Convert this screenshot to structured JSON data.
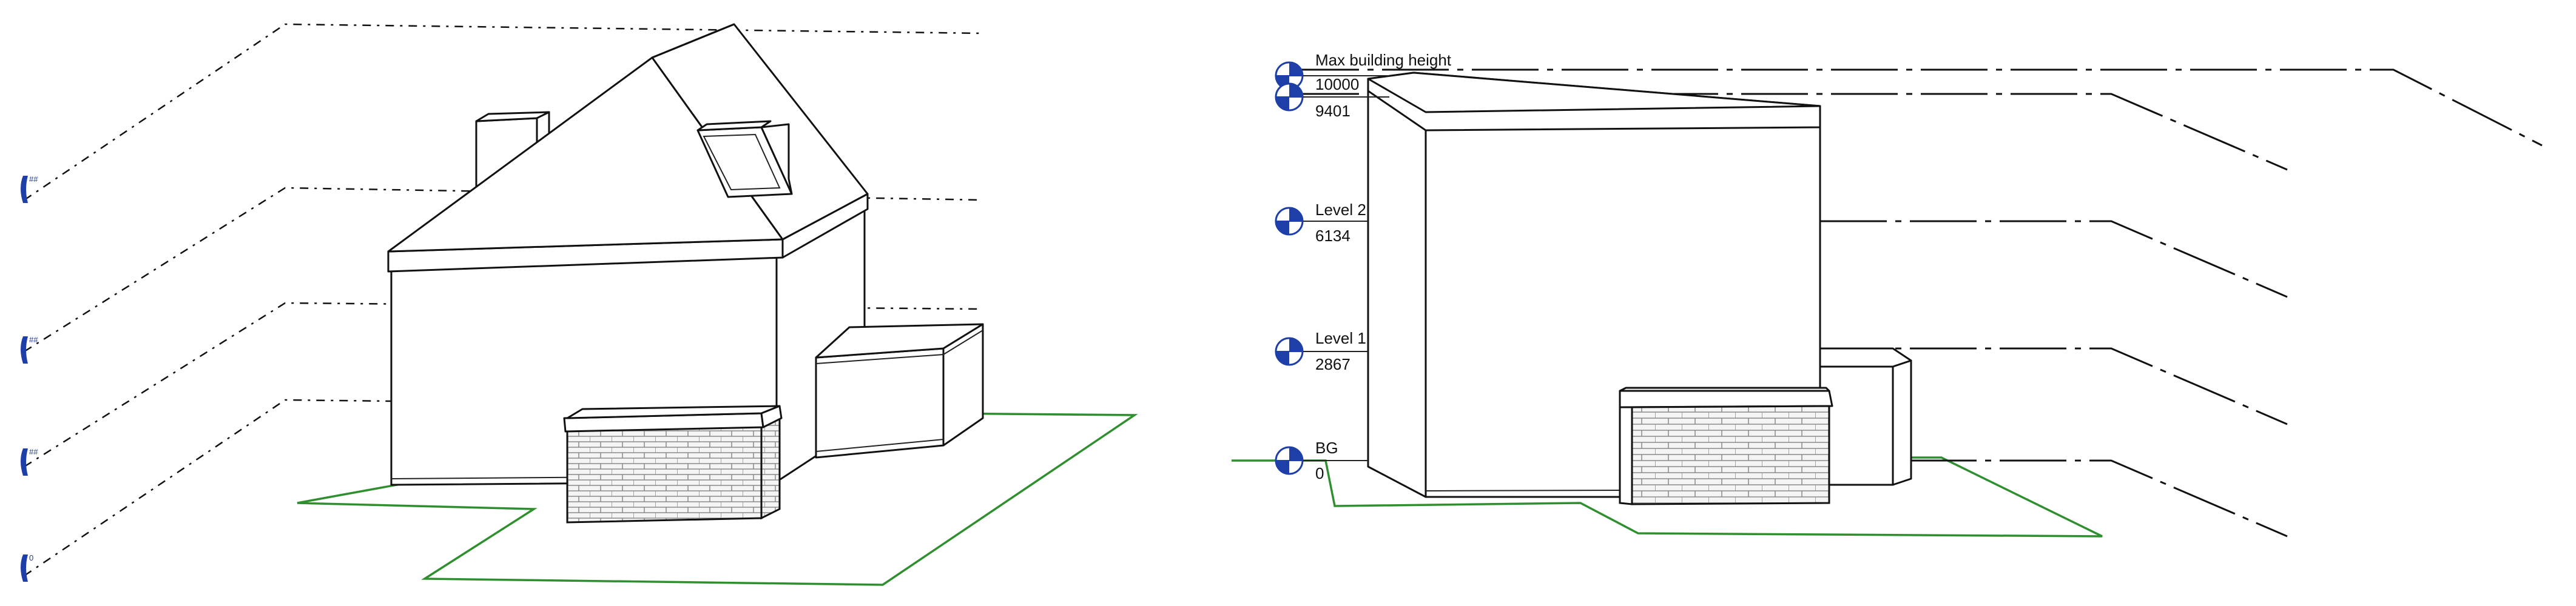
{
  "left_view": {
    "level_tags": [
      {
        "label": "##"
      },
      {
        "label": "##"
      },
      {
        "label": "##"
      },
      {
        "label": "0"
      }
    ]
  },
  "right_view": {
    "levels": [
      {
        "name": "Max building height",
        "elevation": "10000"
      },
      {
        "name": "",
        "elevation": "9401"
      },
      {
        "name": "Level 2",
        "elevation": "6134"
      },
      {
        "name": "Level 1",
        "elevation": "2867"
      },
      {
        "name": "BG",
        "elevation": "0"
      }
    ]
  },
  "colors": {
    "level_marker": "#1f3fa8",
    "site_boundary": "#2f8f2f",
    "lines": "#111111"
  }
}
